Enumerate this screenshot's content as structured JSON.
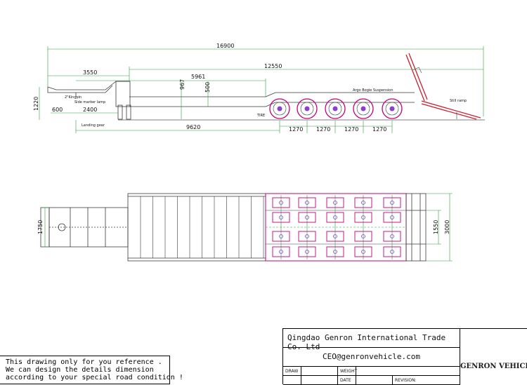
{
  "dimensions": {
    "overall_length": "16900",
    "deck_length": "12550",
    "gooseneck_length": "3550",
    "kingpin_to_deck": "5961",
    "kingpin_height": "1220",
    "front_overhang": "600",
    "landing_gear_offset": "2400",
    "deck_height": "967",
    "deck_depth": "500",
    "kingpin_to_axle": "9620",
    "axle_spacing_1": "1270",
    "axle_spacing_2": "1270",
    "axle_spacing_3": "1270",
    "axle_spacing_4": "1270",
    "gooseneck_width": "1750",
    "track_width": "1550",
    "overall_width": "3000"
  },
  "labels": {
    "kingpin": "2\"Kingpin",
    "side_marker": "Side marker lamp",
    "landing_gear": "Landing gear",
    "suspension": "Argo Bogie Suspension",
    "ramp": "Still ramp",
    "tire": "TIRE"
  },
  "note": {
    "line1": "This drawing only for you reference .",
    "line2": "We can design the details dimension",
    "line3": "according to your special road condition !"
  },
  "title_block": {
    "company": "Qingdao Genron International Trade Co. Ltd",
    "email": "CEO@genronvehicle.com",
    "draw_label": "DRAW",
    "weight_label": "WEIGHT",
    "date_label": "DATE",
    "revision_label": "REVISION:",
    "logo_text": "GENRON VEHICLE"
  },
  "colors": {
    "outline": "#3a3a3a",
    "dimension": "#2a9a3a",
    "wheel": "#c0007a",
    "ramp": "#cc1e2e",
    "axle_hub": "#8a3fd0",
    "logo_orange": "#f07a1a",
    "logo_blue": "#2f8fd8"
  }
}
